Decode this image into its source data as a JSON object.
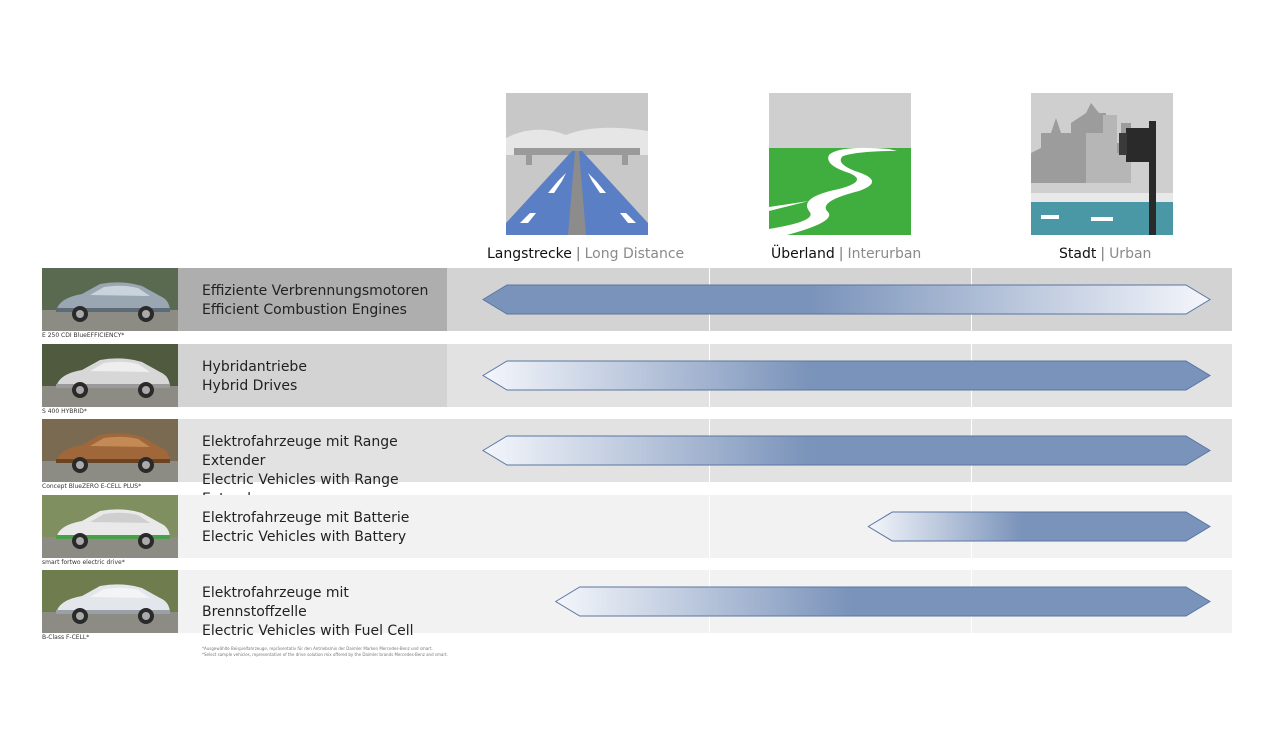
{
  "columns": [
    {
      "de": "Langstrecke",
      "en": "Long Distance",
      "icon": "highway-icon"
    },
    {
      "de": "Überland",
      "en": "Interurban",
      "icon": "country-road-icon"
    },
    {
      "de": "Stadt",
      "en": "Urban",
      "icon": "city-traffic-light-icon"
    }
  ],
  "separator": "|",
  "rows": [
    {
      "de": "Effiziente Verbrennungsmotoren",
      "en": "Efficient Combustion Engines",
      "caption": "E 250 CDI BlueEFFICIENCY*",
      "range_start": 0.0,
      "range_end": 1.0,
      "solid_side": "left"
    },
    {
      "de": "Hybridantriebe",
      "en": "Hybrid Drives",
      "caption": "S 400 HYBRID*",
      "range_start": 0.0,
      "range_end": 1.0,
      "solid_side": "right"
    },
    {
      "de": "Elektrofahrzeuge mit Range Extender",
      "en": "Electric Vehicles with Range Extender",
      "caption": "Concept BlueZERO E-CELL PLUS*",
      "range_start": 0.0,
      "range_end": 1.0,
      "solid_side": "right"
    },
    {
      "de": "Elektrofahrzeuge mit Batterie",
      "en": "Electric Vehicles with Battery",
      "caption": "smart fortwo electric drive*",
      "range_start": 0.53,
      "range_end": 1.0,
      "solid_side": "right"
    },
    {
      "de": "Elektrofahrzeuge mit Brennstoffzelle",
      "en": "Electric Vehicles with Fuel Cell",
      "caption": "B-Class F-CELL*",
      "range_start": 0.1,
      "range_end": 1.0,
      "solid_side": "right"
    }
  ],
  "footnote": {
    "line1": "*Ausgewählte Beispielfahrzeuge, repräsentativ für den Antriebsmix der Daimler Marken Mercedes-Benz und smart.",
    "line2": "*Select sample vehicles, representative of the drive solution mix offered by the Daimler brands Mercedes-Benz and smart."
  },
  "colors": {
    "arrow_solid": "#7a93ba",
    "arrow_light": "#f4f6fb",
    "arrow_outline": "#5a76a3",
    "row_fill_dark": "#aeaeae",
    "row_fill_mid": "#d3d3d3",
    "row_fill_light": "#e2e2e2",
    "row_fill_pale": "#f2f2f2"
  }
}
